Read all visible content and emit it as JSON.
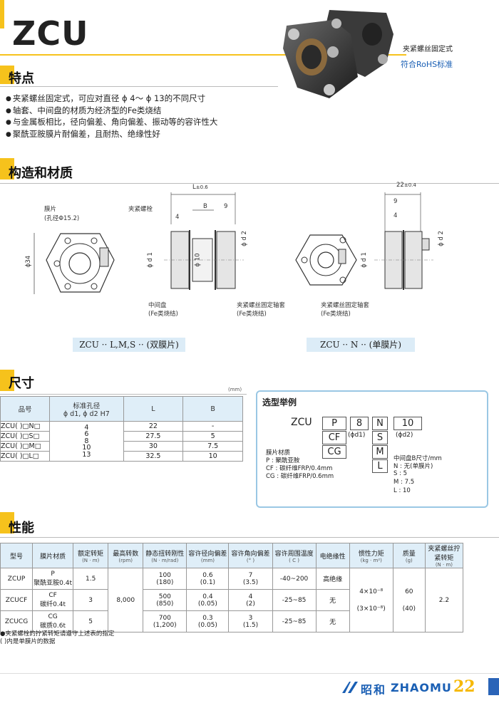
{
  "header": {
    "title": "ZCU",
    "subtitle": "夹紧螺丝固定式",
    "rohs": "符合RoHS标准"
  },
  "features": {
    "heading": "特点",
    "items": [
      "夹紧螺丝固定式，可应对直径 ϕ 4～ ϕ 13的不同尺寸",
      "轴套、中间盘的材质为经济型的Fe类烧结",
      "与金属板相比，径向偏差、角向偏差、振动等的容许性大",
      "聚酰亚胺膜片耐偏差，且耐热、绝缘性好"
    ]
  },
  "structure": {
    "heading": "构造和材质",
    "d1": {
      "membrane": "膜片",
      "hole": "(孔径Φ15.2)",
      "bolt": "夹紧螺栓",
      "dim34": "ϕ34",
      "L": "L",
      "Ltol": "±0.6",
      "B": "B",
      "nine": "9",
      "four": "4",
      "d1": "ϕ d 1",
      "d2": "ϕ d 2",
      "phi10": "ϕ 10",
      "mid": "中间盘",
      "mid_mat": "(Fe类烧结)",
      "hub": "夹紧螺丝固定轴套",
      "hub_mat": "(Fe类烧结)"
    },
    "d2": {
      "dim22": "22",
      "tol": "±0.4",
      "nine": "9",
      "four": "4",
      "d1": "ϕ d 1",
      "d2": "ϕ d 2",
      "hub": "夹紧螺丝固定轴套",
      "hub_mat": "(Fe类烧结)"
    },
    "caption_double": "ZCU ·· L,M,S ·· (双膜片)",
    "caption_single": "ZCU ·· N ·· (单膜片)"
  },
  "dimensions": {
    "heading": "尺寸",
    "unit": "(mm)",
    "headers": [
      "品号",
      "标准孔径",
      "ϕ d1, ϕ d2 H7",
      "L",
      "B"
    ],
    "models": [
      "ZCU(  )□N□",
      "ZCU(  )□S□",
      "ZCU(  )□M□",
      "ZCU(  )□L□"
    ],
    "bores": [
      "4",
      "6",
      "8",
      "10",
      "13"
    ],
    "L": [
      "22",
      "27.5",
      "30",
      "32.5"
    ],
    "B": [
      "-",
      "5",
      "7.5",
      "10"
    ]
  },
  "selection": {
    "heading": "选型举例",
    "prefix": "ZCU",
    "codes": [
      "P",
      "CF",
      "CG"
    ],
    "sizes": [
      "N",
      "S",
      "M",
      "L"
    ],
    "eight": "8",
    "phi_d1": "(ϕd1)",
    "ten": "10",
    "phi_d2": "(ϕd2)",
    "mat_title": "膜片材质",
    "mat_items": [
      "P : 聚酰亚胺",
      "CF : 碳纤维FRP/0.4mm",
      "CG : 碳纤维FRP/0.6mm"
    ],
    "b_title": "中间盘B尺寸/mm",
    "b_items": [
      "N : 无(单膜片)",
      "S : 5",
      "M : 7.5",
      "L : 10"
    ]
  },
  "performance": {
    "heading": "性能",
    "headers": [
      {
        "t": "型号",
        "u": ""
      },
      {
        "t": "膜片材质",
        "u": ""
      },
      {
        "t": "额定转矩",
        "u": "(N · m)"
      },
      {
        "t": "最高转数",
        "u": "(rpm)"
      },
      {
        "t": "静态扭转刚性",
        "u": "(N · m/rad)"
      },
      {
        "t": "容许径向偏差",
        "u": "(mm)"
      },
      {
        "t": "容许角向偏差",
        "u": "(° )"
      },
      {
        "t": "容许周围温度",
        "u": "( C )"
      },
      {
        "t": "电绝缘性",
        "u": ""
      },
      {
        "t": "惯性力矩",
        "u": "(kg · m²)"
      },
      {
        "t": "质量",
        "u": "(g)"
      },
      {
        "t": "夹紧螺丝拧紧转矩",
        "u": "(N · m)"
      }
    ],
    "rows": [
      {
        "model": "ZCUP",
        "mat1": "P",
        "mat2": "聚酰亚胺0.4t",
        "torque": "1.5",
        "stiff1": "100",
        "stiff2": "(180)",
        "rad1": "0.6",
        "rad2": "(0.1)",
        "ang1": "7",
        "ang2": "(3.5)",
        "temp": "-40~200",
        "ins": "高绝缘"
      },
      {
        "model": "ZCUCF",
        "mat1": "CF",
        "mat2": "碳纤0.4t",
        "torque": "3",
        "stiff1": "500",
        "stiff2": "(850)",
        "rad1": "0.4",
        "rad2": "(0.05)",
        "ang1": "4",
        "ang2": "(2)",
        "temp": "-25~85",
        "ins": "无"
      },
      {
        "model": "ZCUCG",
        "mat1": "CG",
        "mat2": "碳质0.6t",
        "torque": "5",
        "stiff1": "700",
        "stiff2": "(1,200)",
        "rad1": "0.3",
        "rad2": "(0.05)",
        "ang1": "3",
        "ang2": "(1.5)",
        "temp": "-25~85",
        "ins": "无"
      }
    ],
    "maxrpm": "8,000",
    "inertia1": "4×10⁻⁸",
    "inertia2": "(3×10⁻⁸)",
    "mass1": "60",
    "mass2": "(40)",
    "clamp": "2.2",
    "notes": [
      "●夹紧螺栓的拧紧转矩请遵守上述表的指定",
      "( )内是单膜片的数据"
    ]
  },
  "footer": {
    "brand_cn": "昭和",
    "brand_en": "ZHAOMU",
    "page": "22"
  }
}
